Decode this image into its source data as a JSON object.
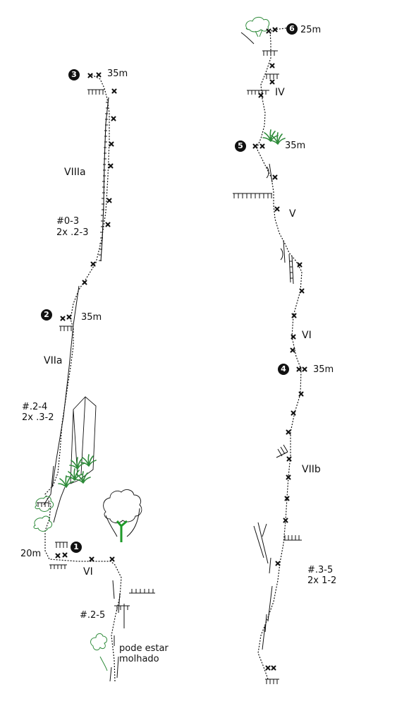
{
  "left_route": {
    "belays": [
      {
        "number": "1",
        "length": "20m"
      },
      {
        "number": "2",
        "length": "35m"
      },
      {
        "number": "3",
        "length": "35m"
      }
    ],
    "grades": {
      "p1": "VI",
      "p2": "VIIa",
      "p3": "VIIIa"
    },
    "gear": {
      "p1": "#.2-5",
      "p2_line1": "#.2-4",
      "p2_line2": "2x .3-2",
      "p3_line1": "#0-3",
      "p3_line2": "2x .2-3"
    },
    "note_line1": "pode estar",
    "note_line2": "molhado"
  },
  "right_route": {
    "belays": [
      {
        "number": "4",
        "length": "35m"
      },
      {
        "number": "5",
        "length": "35m"
      },
      {
        "number": "6",
        "length": "25m"
      }
    ],
    "grades": {
      "p4": "VIIb",
      "p5": "VI",
      "p6": "V",
      "p7": "IV"
    },
    "gear": {
      "line1": "#.3-5",
      "line2": "2x 1-2"
    }
  },
  "colors": {
    "ink": "#111111",
    "vegetation": "#2e8b3a",
    "tree_trunk": "#1f9a2a"
  }
}
